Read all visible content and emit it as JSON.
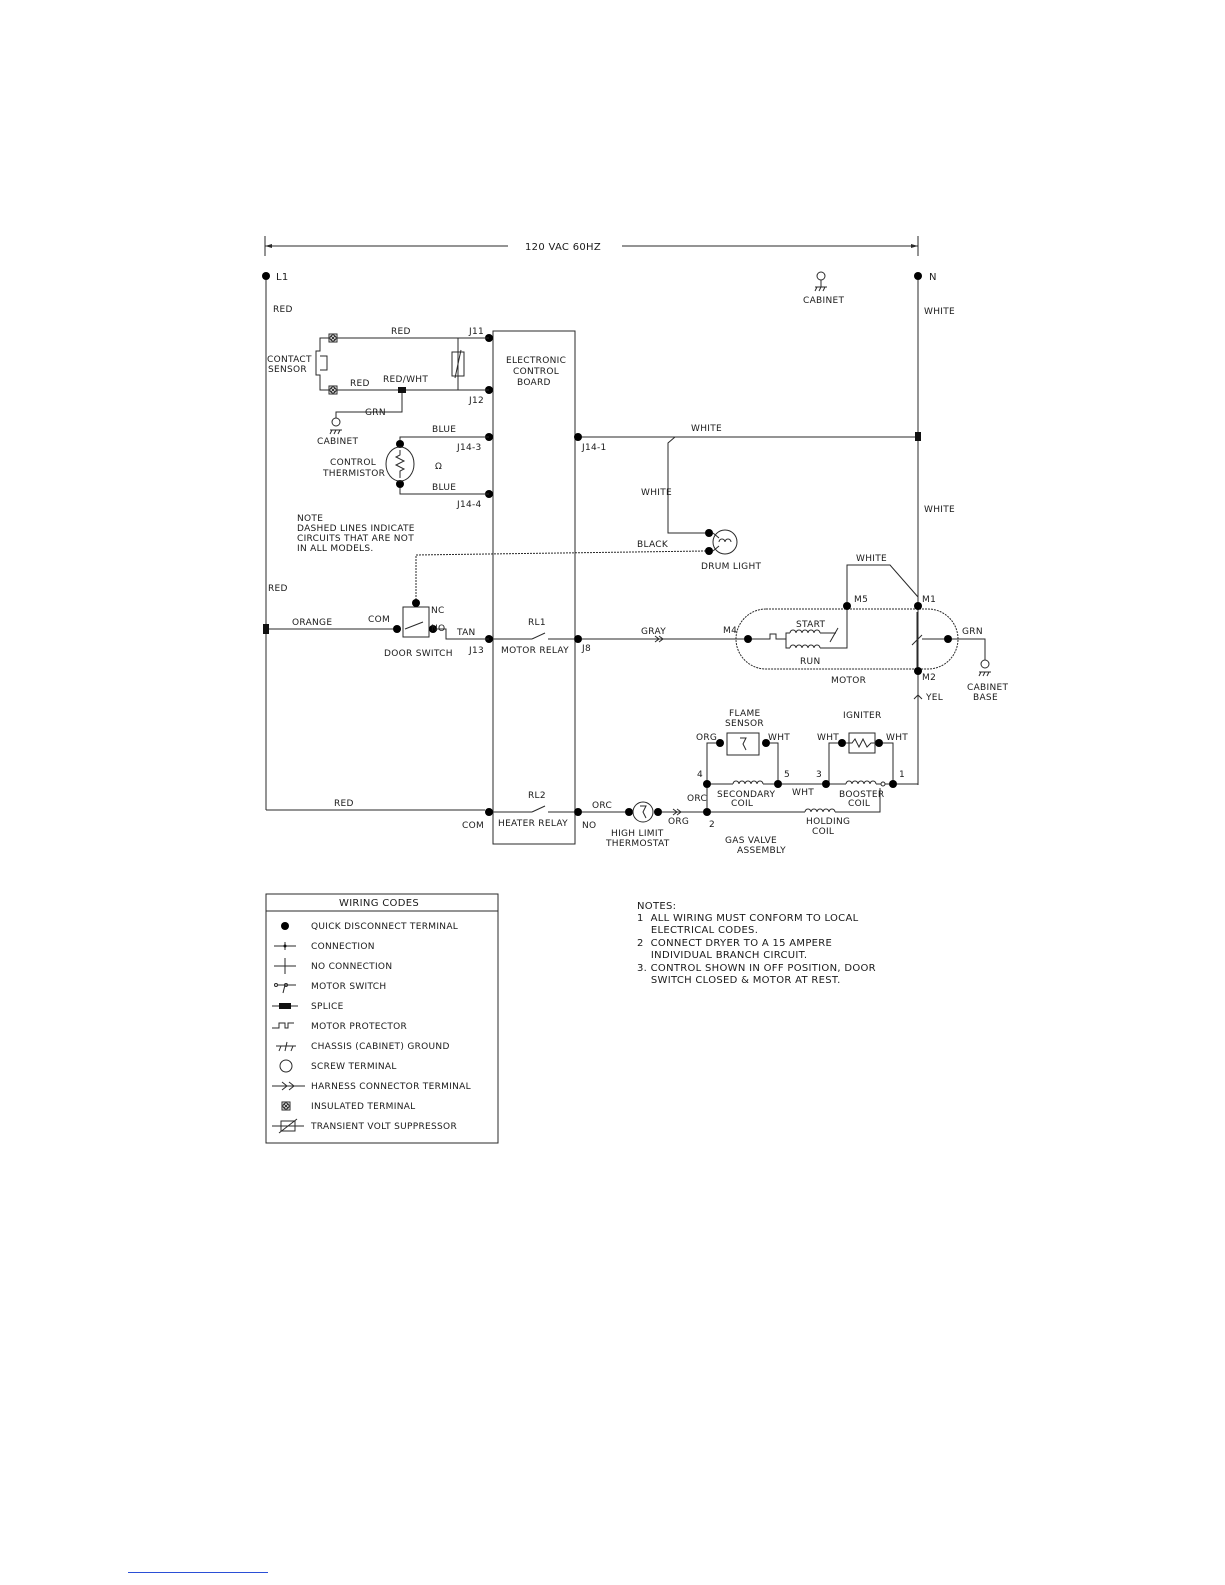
{
  "power": {
    "supply": "120 VAC 60HZ",
    "l1": "L1",
    "n": "N"
  },
  "wire_colors": {
    "red": "RED",
    "red_wht": "RED/WHT",
    "grn": "GRN",
    "blue": "BLUE",
    "white": "WHITE",
    "black": "BLACK",
    "orange": "ORANGE",
    "tan": "TAN",
    "gray": "GRAY",
    "yel": "YEL",
    "org": "ORG",
    "orc": "ORC",
    "wht": "WHT"
  },
  "components": {
    "contact_sensor": [
      "CONTACT",
      "SENSOR"
    ],
    "cabinet": "CABINET",
    "control_thermistor": [
      "CONTROL",
      "THERMISTOR"
    ],
    "omega": "Ω",
    "ecb": [
      "ELECTRONIC",
      "CONTROL",
      "BOARD"
    ],
    "drum_light": "DRUM LIGHT",
    "door_switch": "DOOR SWITCH",
    "motor_relay": "MOTOR RELAY",
    "heater_relay": "HEATER RELAY",
    "motor": "MOTOR",
    "start": "START",
    "run": "RUN",
    "cabinet_base": [
      "CABINET",
      "BASE"
    ],
    "flame_sensor": [
      "FLAME",
      "SENSOR"
    ],
    "igniter": "IGNITER",
    "secondary_coil": [
      "SECONDARY",
      "COIL"
    ],
    "booster_coil": [
      "BOOSTER",
      "COIL"
    ],
    "holding_coil": [
      "HOLDING",
      "COIL"
    ],
    "high_limit": [
      "HIGH LIMIT",
      "THERMOSTAT"
    ],
    "gas_valve": [
      "GAS VALVE",
      "ASSEMBLY"
    ]
  },
  "terminals": {
    "j11": "J11",
    "j12": "J12",
    "j14_3": "J14-3",
    "j14_4": "J14-4",
    "j14_1": "J14-1",
    "j13": "J13",
    "j8": "J8",
    "rl1": "RL1",
    "rl2": "RL2",
    "com": "COM",
    "no": "NO",
    "nc": "NC",
    "m1": "M1",
    "m2": "M2",
    "m4": "M4",
    "m5": "M5",
    "t1": "1",
    "t2": "2",
    "t3": "3",
    "t4": "4",
    "t5": "5"
  },
  "dashed_note": [
    "NOTE",
    "DASHED LINES INDICATE",
    "CIRCUITS THAT ARE NOT",
    "IN ALL MODELS."
  ],
  "legend": {
    "title": "WIRING CODES",
    "items": [
      {
        "icon": "quick-disconnect-terminal-icon",
        "label": "QUICK DISCONNECT TERMINAL"
      },
      {
        "icon": "connection-icon",
        "label": "CONNECTION"
      },
      {
        "icon": "no-connection-icon",
        "label": "NO CONNECTION"
      },
      {
        "icon": "motor-switch-icon",
        "label": "MOTOR SWITCH"
      },
      {
        "icon": "splice-icon",
        "label": "SPLICE"
      },
      {
        "icon": "motor-protector-icon",
        "label": "MOTOR PROTECTOR"
      },
      {
        "icon": "chassis-ground-icon",
        "label": "CHASSIS (CABINET) GROUND"
      },
      {
        "icon": "screw-terminal-icon",
        "label": "SCREW TERMINAL"
      },
      {
        "icon": "harness-connector-icon",
        "label": "HARNESS CONNECTOR TERMINAL"
      },
      {
        "icon": "insulated-terminal-icon",
        "label": "INSULATED TERMINAL"
      },
      {
        "icon": "transient-volt-suppressor-icon",
        "label": "TRANSIENT VOLT SUPPRESSOR"
      }
    ]
  },
  "notes": {
    "title": "NOTES:",
    "lines": [
      "1  ALL WIRING MUST CONFORM TO LOCAL",
      "    ELECTRICAL CODES.",
      "2  CONNECT DRYER TO A 15 AMPERE",
      "    INDIVIDUAL BRANCH CIRCUIT.",
      "3. CONTROL SHOWN IN OFF POSITION, DOOR",
      "    SWITCH CLOSED & MOTOR AT REST."
    ]
  }
}
